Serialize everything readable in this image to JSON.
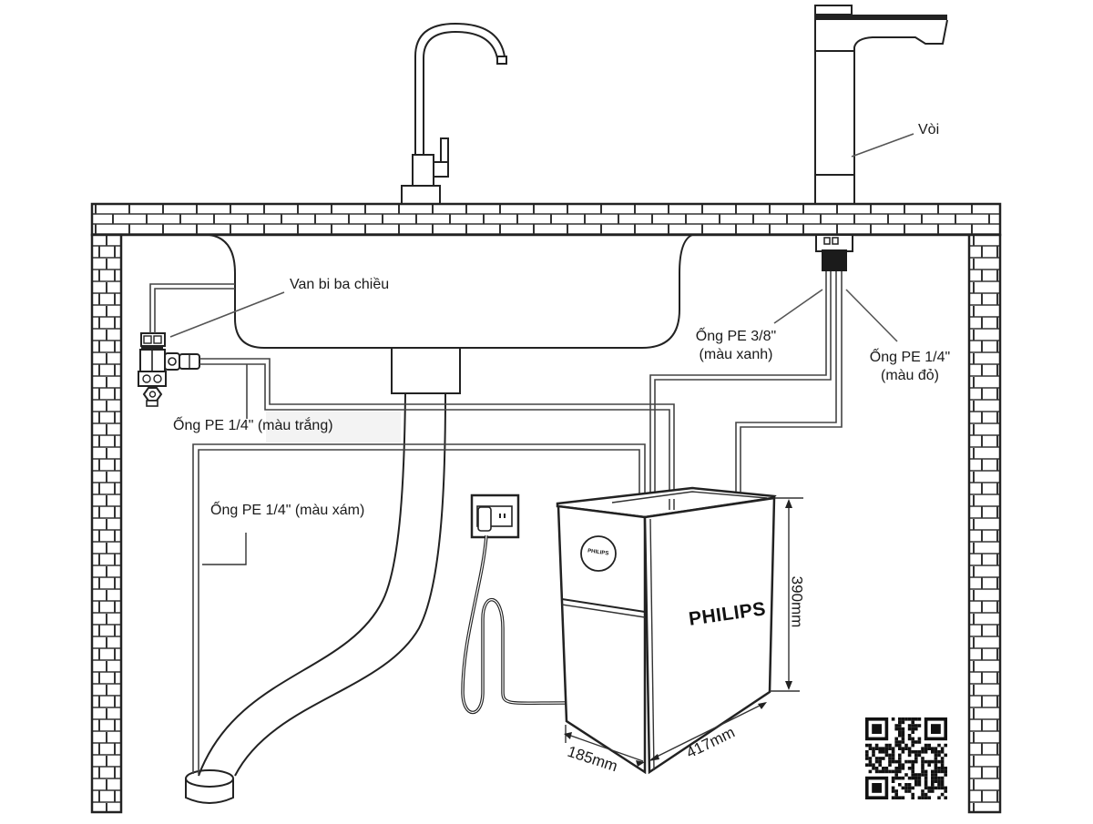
{
  "diagram": {
    "title": "Sơ đồ lắp đặt máy lọc nước Philips dưới bồn rửa",
    "labels": {
      "faucet": "Vòi",
      "valve": "Van bi ba chiều",
      "pipe_blue_line1": "Ống PE 3/8\"",
      "pipe_blue_line2": "(màu xanh)",
      "pipe_red_line1": "Ống PE 1/4\"",
      "pipe_red_line2": "(màu đỏ)",
      "pipe_white": "Ống PE 1/4\" (màu trắng)",
      "pipe_gray": "Ống PE 1/4\" (màu xám)"
    },
    "unit": {
      "brand": "PHILIPS",
      "brand_badge": "PHILIPS",
      "height": "390mm",
      "width": "417mm",
      "depth": "185mm"
    },
    "components": [
      "brick-wall-frame",
      "countertop",
      "gooseneck-faucet",
      "dispenser-faucet",
      "sink-basin",
      "drain-pipe",
      "three-way-ball-valve",
      "power-outlet",
      "power-cord",
      "filter-unit",
      "qr-code"
    ],
    "colors": {
      "line": "#222222",
      "background": "#ffffff"
    }
  }
}
